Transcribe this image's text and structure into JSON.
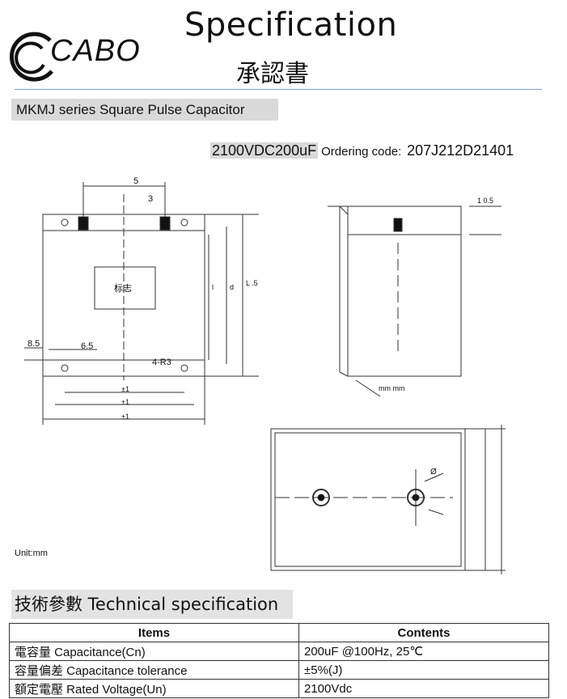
{
  "header": {
    "logo": "CABO",
    "title": "Specification",
    "subtitle": "承認書"
  },
  "product": {
    "series_title": "MKMJ series Square Pulse Capacitor",
    "model": "2100VDC200uF",
    "ordering_label": "Ordering code:",
    "ordering_code": "207J212D21401"
  },
  "drawing": {
    "unit": "Unit:mm",
    "label_marking": "标志",
    "dim_top_5": "5",
    "dim_top_3": "3",
    "dim_8_5": "8.5",
    "dim_6_5": "6.5",
    "dim_4_r3": "4-R3",
    "dim_pm1_a": "±1",
    "dim_pm1_b": "±1",
    "dim_pm1_c": "±1",
    "dim_side_l1": "l",
    "dim_side_l2": "d",
    "dim_side_l3": "L .5",
    "dim_side_top": "1 0.5",
    "dim_side_bottom": "mm mm",
    "dim_bottom_phi": "Ø"
  },
  "technical": {
    "heading": "技術參數 Technical specification",
    "columns": [
      "Items",
      "Contents"
    ],
    "rows": [
      {
        "item": "電容量 Capacitance(Cn)",
        "content": "200uF @100Hz, 25℃"
      },
      {
        "item": "容量偏差 Capacitance tolerance",
        "content": "±5%(J)"
      },
      {
        "item": "額定電壓  Rated Voltage(Un)",
        "content": "2100Vdc"
      }
    ]
  }
}
